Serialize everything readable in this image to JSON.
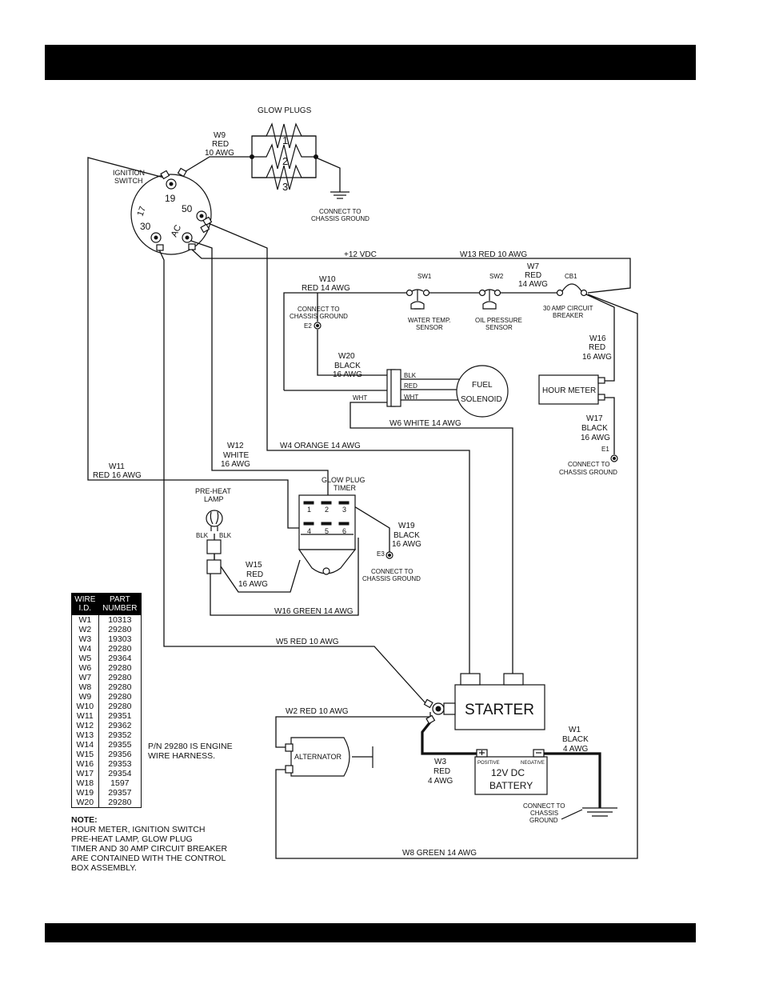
{
  "labels": {
    "glow_plugs": "GLOW PLUGS",
    "plug_1": "1",
    "plug_2": "2",
    "plug_3": "3",
    "ignition_switch_l1": "IGNITION",
    "ignition_switch_l2": "SWITCH",
    "term_19": "19",
    "term_50": "50",
    "term_30": "30",
    "term_17": "17",
    "term_ac": "AC",
    "gnd_top_l1": "CONNECT TO",
    "gnd_top_l2": "CHASSIS GROUND",
    "plus12vdc": "+12 VDC",
    "sw1": "SW1",
    "sw2": "SW2",
    "cb1": "CB1",
    "water_temp_l1": "WATER TEMP.",
    "water_temp_l2": "SENSOR",
    "oil_pressure_l1": "OIL PRESSURE",
    "oil_pressure_l2": "SENSOR",
    "breaker_l1": "30 AMP CIRCUIT",
    "breaker_l2": "BREAKER",
    "gnd_e2_l1": "CONNECT TO",
    "gnd_e2_l2": "CHASSIS GROUND",
    "e2": "E2",
    "blk": "BLK",
    "red": "RED",
    "wht": "WHT",
    "fuel_solenoid_l1": "FUEL",
    "fuel_solenoid_l2": "SOLENOID",
    "hour_meter": "HOUR METER",
    "e1": "E1",
    "gnd_e1_l1": "CONNECT TO",
    "gnd_e1_l2": "CHASSIS GROUND",
    "preheat_l1": "PRE-HEAT",
    "preheat_l2": "LAMP",
    "lamp_blk_left": "BLK",
    "lamp_blk_right": "BLK",
    "gpt_l1": "GLOW PLUG",
    "gpt_l2": "TIMER",
    "gpt_pin1": "1",
    "gpt_pin2": "2",
    "gpt_pin3": "3",
    "gpt_pin4": "4",
    "gpt_pin5": "5",
    "gpt_pin6": "6",
    "e3": "E3",
    "gnd_e3_l1": "CONNECT TO",
    "gnd_e3_l2": "CHASSIS GROUND",
    "starter": "STARTER",
    "alternator": "ALTERNATOR",
    "positive": "POSITIVE",
    "negative": "NEGATIVE",
    "battery_l1": "12V DC",
    "battery_l2": "BATTERY",
    "gnd_batt_l1": "CONNECT TO",
    "gnd_batt_l2": "CHASSIS",
    "gnd_batt_l3": "GROUND"
  },
  "wires": {
    "w9_l1": "W9",
    "w9_l2": "RED",
    "w9_l3": "10 AWG",
    "w13": "W13 RED 10 AWG",
    "w10_l1": "W10",
    "w10_l2": "RED 14 AWG",
    "w7_l1": "W7",
    "w7_l2": "RED",
    "w7_l3": "14 AWG",
    "w16r_l1": "W16",
    "w16r_l2": "RED",
    "w16r_l3": "16 AWG",
    "w20_l1": "W20",
    "w20_l2": "BLACK",
    "w20_l3": "16 AWG",
    "w6": "W6 WHITE 14 AWG",
    "w17_l1": "W17",
    "w17_l2": "BLACK",
    "w17_l3": "16 AWG",
    "w12_l1": "W12",
    "w12_l2": "WHITE",
    "w12_l3": "16 AWG",
    "w4": "W4 ORANGE 14 AWG",
    "w11_l1": "W11",
    "w11_l2": "RED 16 AWG",
    "w19_l1": "W19",
    "w19_l2": "BLACK",
    "w19_l3": "16 AWG",
    "w15_l1": "W15",
    "w15_l2": "RED",
    "w15_l3": "16 AWG",
    "w16g": "W16 GREEN 14 AWG",
    "w5": "W5 RED 10 AWG",
    "w2": "W2 RED 10 AWG",
    "w1_l1": "W1",
    "w1_l2": "BLACK",
    "w1_l3": "4 AWG",
    "w3_l1": "W3",
    "w3_l2": "RED",
    "w3_l3": "4 AWG",
    "w8": "W8 GREEN 14 AWG"
  },
  "parts_table": {
    "header": [
      "WIRE I.D.",
      "PART NUMBER"
    ],
    "rows": [
      [
        "W1",
        "10313"
      ],
      [
        "W2",
        "29280"
      ],
      [
        "W3",
        "19303"
      ],
      [
        "W4",
        "29280"
      ],
      [
        "W5",
        "29364"
      ],
      [
        "W6",
        "29280"
      ],
      [
        "W7",
        "29280"
      ],
      [
        "W8",
        "29280"
      ],
      [
        "W9",
        "29280"
      ],
      [
        "W10",
        "29280"
      ],
      [
        "W11",
        "29351"
      ],
      [
        "W12",
        "29362"
      ],
      [
        "W13",
        "29352"
      ],
      [
        "W14",
        "29355"
      ],
      [
        "W15",
        "29356"
      ],
      [
        "W16",
        "29353"
      ],
      [
        "W17",
        "29354"
      ],
      [
        "W18",
        "1597"
      ],
      [
        "W19",
        "29357"
      ],
      [
        "W20",
        "29280"
      ]
    ]
  },
  "harness_note": "P/N 29280 IS ENGINE WIRE HARNESS.",
  "note": {
    "title": "NOTE:",
    "lines": [
      "HOUR METER, IGNITION SWITCH",
      "PRE-HEAT LAMP, GLOW PLUG",
      "TIMER AND 30 AMP CIRCUIT BREAKER",
      "ARE CONTAINED WITH THE CONTROL",
      "BOX ASSEMBLY."
    ]
  }
}
